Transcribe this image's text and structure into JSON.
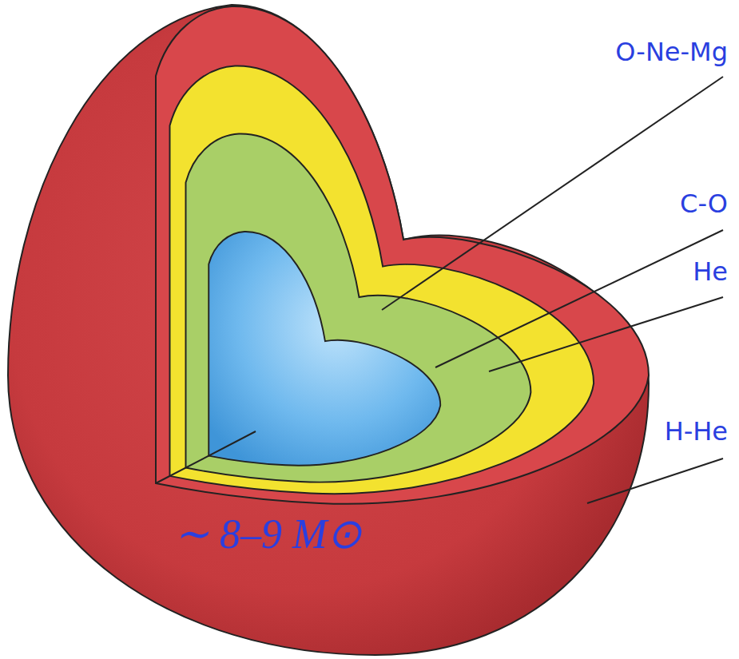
{
  "diagram": {
    "labels": [
      "O-Ne-Mg",
      "C-O",
      "He",
      "H-He",
      "∼ 8–9 M⊙"
    ]
  }
}
